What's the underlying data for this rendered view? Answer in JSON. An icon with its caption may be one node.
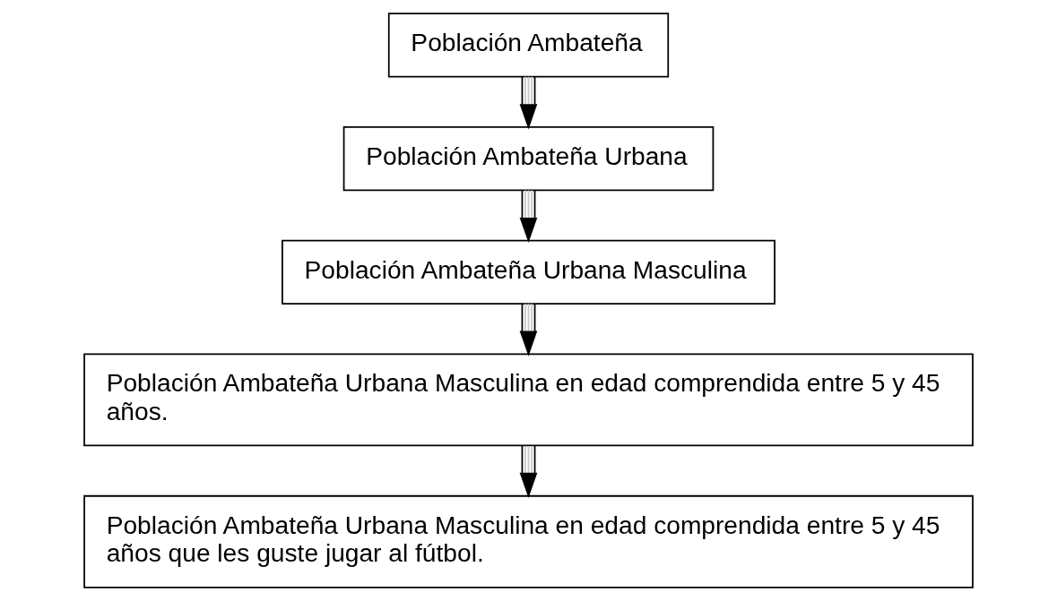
{
  "diagram": {
    "nodes": [
      {
        "text": [
          "Población Ambateña"
        ]
      },
      {
        "text": [
          "Población Ambateña Urbana"
        ]
      },
      {
        "text": [
          "Población Ambateña Urbana Masculina"
        ]
      },
      {
        "text": [
          "Población Ambateña Urbana Masculina en edad comprendida entre 5 y 45 años."
        ]
      },
      {
        "text": [
          "Población Ambateña Urbana Masculina en edad comprendida entre 5 y 45 años que les guste jugar al fútbol."
        ]
      }
    ],
    "edges": [
      {
        "from": 0,
        "to": 1,
        "arrow": "to"
      },
      {
        "from": 1,
        "to": 2,
        "arrow": "to"
      },
      {
        "from": 2,
        "to": 3,
        "arrow": "to"
      },
      {
        "from": 3,
        "to": 4,
        "arrow": "to"
      }
    ]
  }
}
